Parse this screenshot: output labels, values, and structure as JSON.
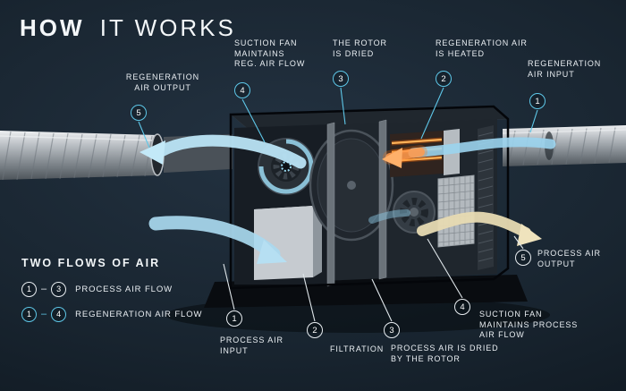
{
  "title": {
    "bold": "HOW",
    "rest": "IT WORKS"
  },
  "colors": {
    "background": "#16222d",
    "accent_cyan": "#5ec7e8",
    "label_white": "#e9eef2",
    "heater_orange": "#ff9a4e",
    "flow_blue": "#a9d9ef",
    "flow_tan": "#e7dab2",
    "duct_gray": "#9aa1a7"
  },
  "callouts": {
    "regeneration": [
      {
        "num": "5",
        "label": "REGENERATION\nAIR OUTPUT"
      },
      {
        "num": "4",
        "label": "SUCTION FAN\nMAINTAINS\nREG. AIR FLOW"
      },
      {
        "num": "3",
        "label": "THE ROTOR\nIS DRIED"
      },
      {
        "num": "2",
        "label": "REGENERATION AIR\nIS HEATED"
      },
      {
        "num": "1",
        "label": "REGENERATION\nAIR INPUT"
      }
    ],
    "process": [
      {
        "num": "1",
        "label": "PROCESS AIR\nINPUT"
      },
      {
        "num": "2",
        "label": "FILTRATION"
      },
      {
        "num": "3",
        "label": "PROCESS AIR IS DRIED\nBY THE ROTOR"
      },
      {
        "num": "4",
        "label": "SUCTION FAN\nMAINTAINS PROCESS\nAIR FLOW"
      },
      {
        "num": "5",
        "label": "PROCESS AIR\nOUTPUT"
      }
    ]
  },
  "legend": {
    "title": "TWO FLOWS OF AIR",
    "dash": "–",
    "rows": [
      {
        "from": "1",
        "to": "3",
        "label": "PROCESS AIR FLOW",
        "flow": "process"
      },
      {
        "from": "1",
        "to": "4",
        "label": "REGENERATION AIR FLOW",
        "flow": "regeneration"
      }
    ]
  },
  "illustration": {
    "subject": "desiccant-dehumidifier-cutaway",
    "parts": [
      "left-duct",
      "right-duct",
      "regeneration-fan",
      "rotor",
      "heater",
      "process-fan",
      "filter-panel",
      "process-air-ribbon",
      "regeneration-air-ribbon"
    ]
  }
}
